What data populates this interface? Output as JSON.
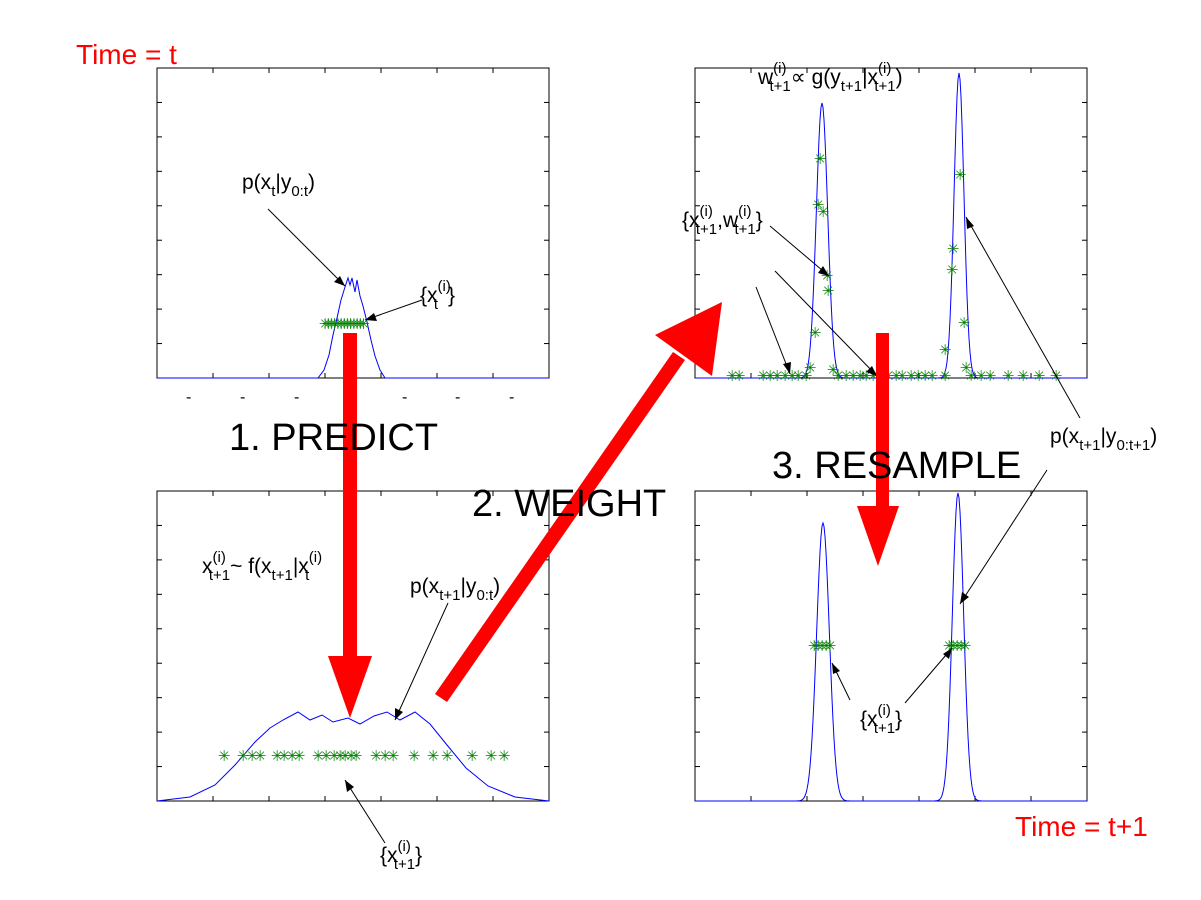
{
  "labels": {
    "time_t": "Time = t",
    "time_t1": "Time = t+1",
    "predict": "1. PREDICT",
    "weight": "2. WEIGHT",
    "resample": "3. RESAMPLE"
  },
  "math": {
    "posterior_t": {
      "base": "p(x",
      "s1": "t",
      "mid": "|y",
      "s2": "0:t",
      "end": ")"
    },
    "particles_t": {
      "base": "{x",
      "sup": "(i)",
      "sub": "t",
      "end": "}"
    },
    "transition": {
      "base": "x",
      "sup": "(i)",
      "sub": "t+1",
      "rest": "~ f(x",
      "s1": "t+1",
      "mid": "|x",
      "sup2": "(i)",
      "s2": "t"
    },
    "predictive": {
      "base": "p(x",
      "s1": "t+1",
      "mid": "|y",
      "s2": "0:t",
      "end": ")"
    },
    "particles_pred": {
      "base": "{x",
      "sup": "(i)",
      "sub": "t+1",
      "end": "}"
    },
    "weight_rule": {
      "base": "w",
      "sup": "(i)",
      "sub": "t+1",
      "rest": "∝ g(y",
      "s1": "t+1",
      "mid": "|x",
      "sup2": "(i)",
      "s2": "t+1",
      "end": ")"
    },
    "weighted_set": {
      "base": "{x",
      "sup": "(i)",
      "sub": "t+1",
      "sep": ",w",
      "sup2": "(i)",
      "s2": "t+1",
      "end": "}"
    },
    "posterior_t1": {
      "base": "p(x",
      "s1": "t+1",
      "mid": "|y",
      "s2": "0:t+1",
      "end": ")"
    },
    "particles_resamp": {
      "base": "{x",
      "sup": "(i)",
      "sub": "t+1",
      "end": "}"
    }
  },
  "tick_marks": [
    "-",
    "-",
    "-",
    "-",
    "-",
    "-"
  ],
  "colors": {
    "arrow": "#ff0000",
    "curve": "#0000ff",
    "particle": "#008000",
    "time_label": "#ff0000"
  },
  "particle_glyph": "✳"
}
